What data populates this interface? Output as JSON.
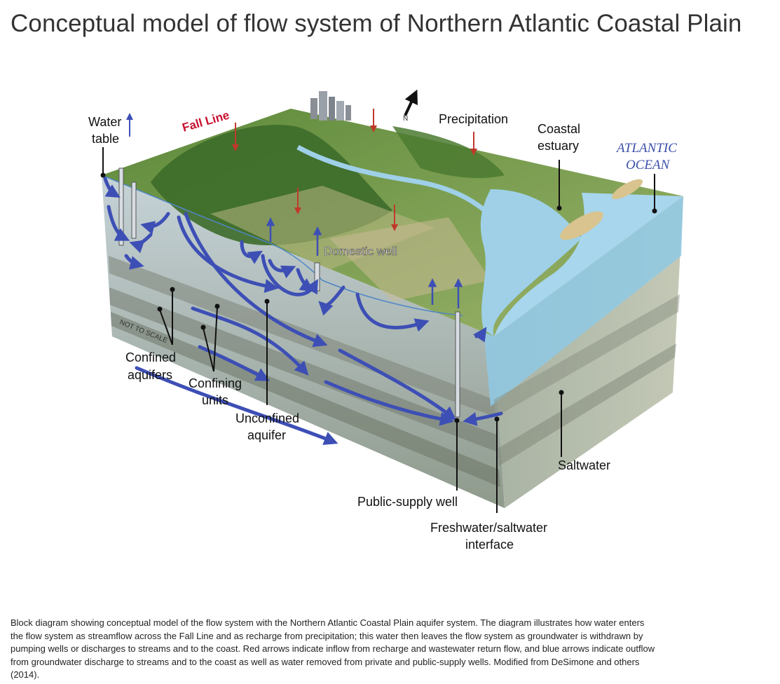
{
  "page": {
    "title": "Conceptual model of flow system of Northern Atlantic Coastal Plain",
    "caption": "Block diagram showing conceptual model of the flow system with the Northern Atlantic Coastal Plain aquifer system. The diagram illustrates how water enters the flow system as streamflow across the Fall Line and as recharge from precipitation; this water then leaves the flow system as groundwater is withdrawn by pumping wells or discharges to streams and to the coast. Red arrows indicate inflow from recharge and wastewater return flow, and blue arrows indicate outflow from groundwater discharge to streams and to the coast as well as water removed from private and public-supply wells. Modified from DeSimone and others (2014)."
  },
  "diagram": {
    "labels": {
      "water_table_1": "Water",
      "water_table_2": "table",
      "fall_line": "Fall Line",
      "precipitation": "Precipitation",
      "coastal_estuary_1": "Coastal",
      "coastal_estuary_2": "estuary",
      "atlantic_1": "ATLANTIC",
      "atlantic_2": "OCEAN",
      "domestic_well": "Domestic well",
      "not_to_scale": "NOT TO SCALE",
      "confined_1": "Confined",
      "confined_2": "aquifers",
      "confining_1": "Confining",
      "confining_2": "units",
      "unconfined_1": "Unconfined",
      "unconfined_2": "aquifer",
      "saltwater": "Saltwater",
      "public_supply_well": "Public-supply well",
      "interface_1": "Freshwater/saltwater",
      "interface_2": "interface",
      "north_arrow": "N"
    },
    "colors": {
      "inflow_arrow": "#c0392b",
      "outflow_arrow": "#3d4fb5",
      "land": "#6f9a45",
      "forest": "#3d6b2a",
      "water": "#9fd0e8",
      "ocean_side": "#8fc9e4",
      "aquifer_light": "#b9c4c6",
      "confining_dark": "#7d8478",
      "saltwater": "#aab3a0"
    }
  }
}
